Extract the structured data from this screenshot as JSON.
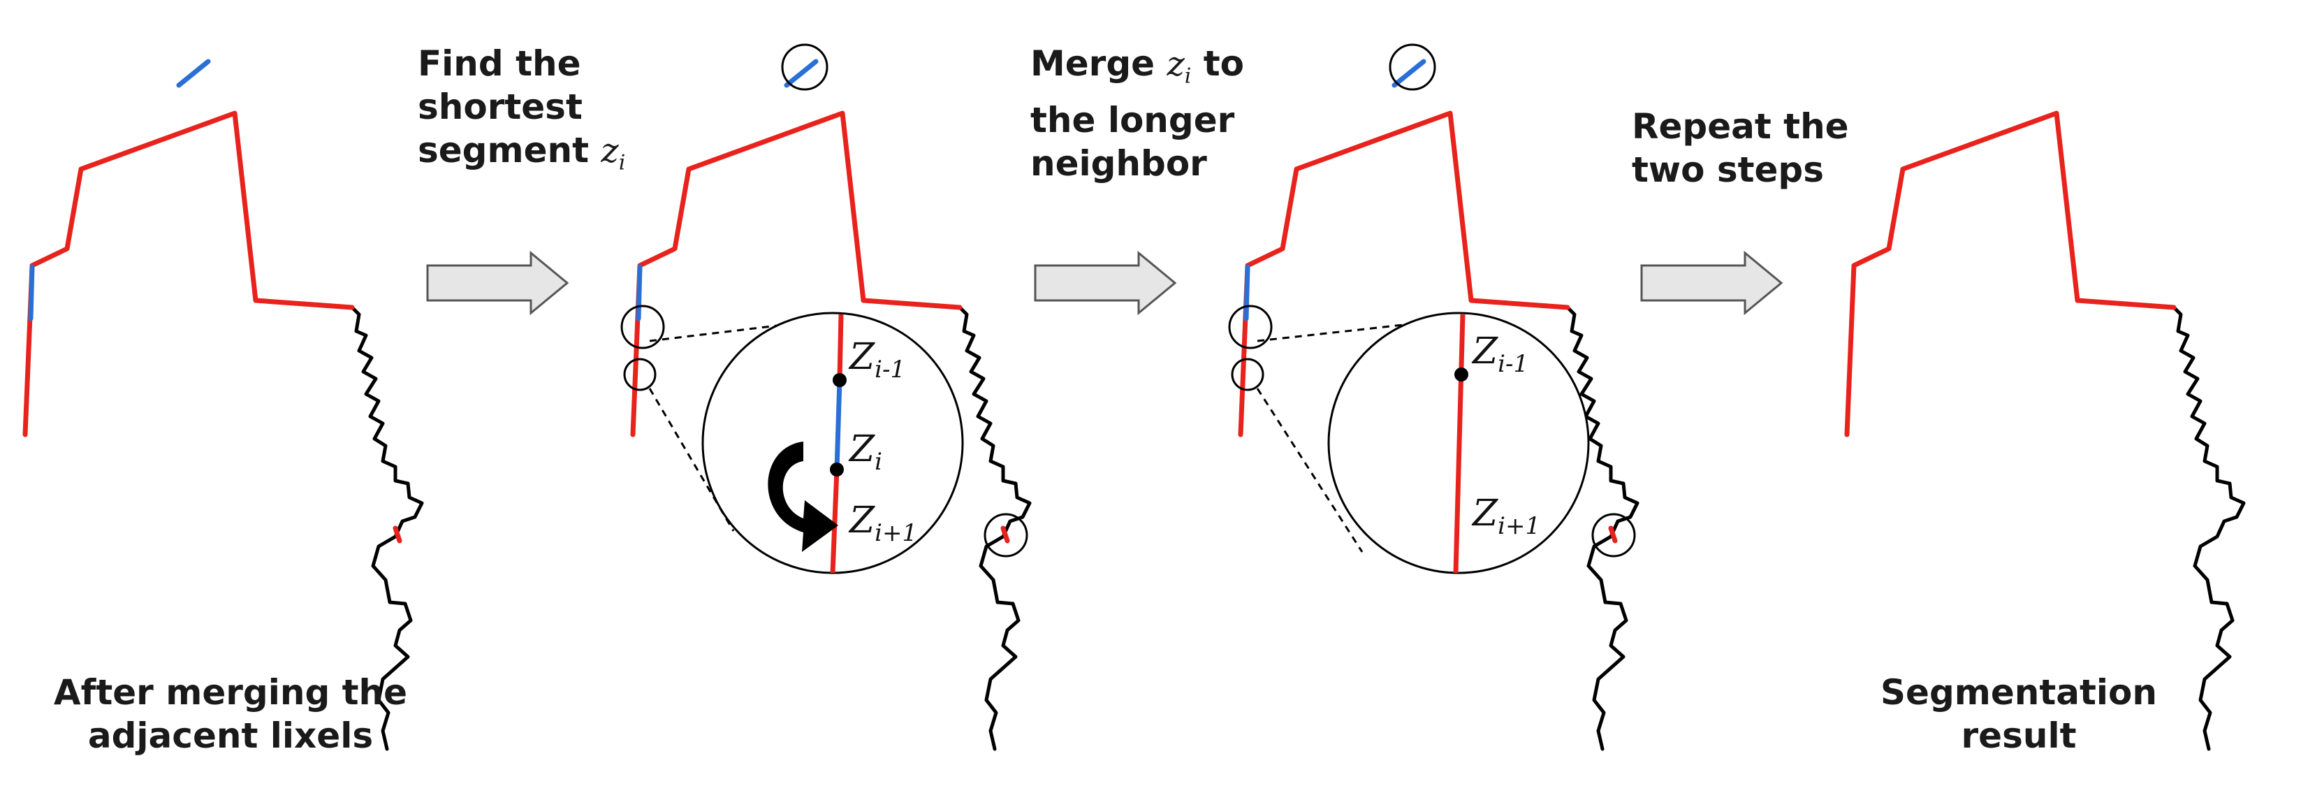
{
  "colors": {
    "red": "#e8221c",
    "blue": "#2a6fd6",
    "black": "#000000",
    "arrow_fill": "#e6e6e6",
    "arrow_stroke": "#555555"
  },
  "captions": {
    "panel1_line1": "After merging the",
    "panel1_line2": "adjacent lixels",
    "step1_line1": "Find the",
    "step1_line2": "shortest",
    "step1_line3_pre": "segment",
    "step2_line1_pre": "Merge",
    "step2_line1_post": "to",
    "step2_line2": "the longer",
    "step2_line3": "neighbor",
    "step3_line1": "Repeat the",
    "step3_line2": "two steps",
    "result_line1": "Segmentation",
    "result_line2": "result"
  },
  "math": {
    "z": "z",
    "sub_i": "i",
    "Z": "Z",
    "sub_i_minus_1": "i-1",
    "sub_i_plus_1": "i+1"
  },
  "icons": {
    "step_arrow": "right-arrow-icon",
    "rotate_arrow": "curved-arrow-icon"
  }
}
